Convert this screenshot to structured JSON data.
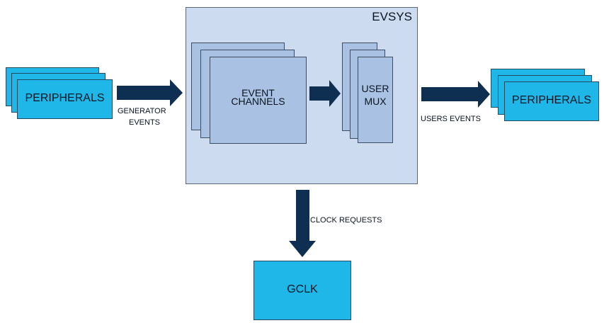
{
  "diagram": {
    "evsys_title": "EVSYS",
    "left_peripherals": "PERIPHERALS",
    "right_peripherals": "PERIPHERALS",
    "event_channels_line1": "EVENT",
    "event_channels_line2": "CHANNELS",
    "user_mux_line1": "USER",
    "user_mux_line2": "MUX",
    "gclk": "GCLK",
    "generator_events_line1": "GENERATOR",
    "generator_events_line2": "EVENTS",
    "users_events": "USERS EVENTS",
    "clock_requests": "CLOCK REQUESTS"
  },
  "colors": {
    "peripheral_fill": "#1fb7e8",
    "evsys_fill": "#ccdbf0",
    "channel_fill": "#a9c2e4",
    "arrow_fill": "#0f2f52"
  }
}
